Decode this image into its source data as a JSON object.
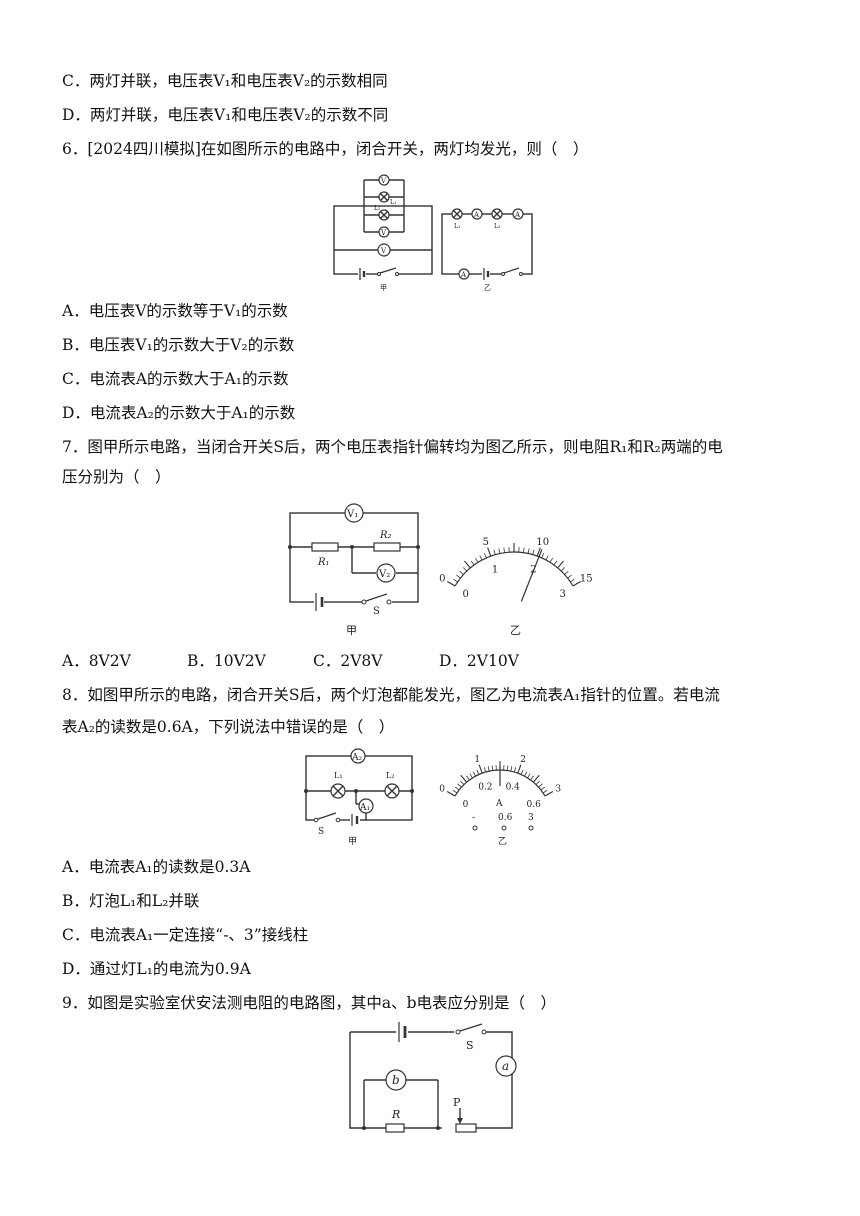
{
  "q5": {
    "optC": "C．两灯并联，电压表V₁和电压表V₂的示数相同",
    "optD": "D．两灯并联，电压表V₁和电压表V₂的示数不同"
  },
  "q6": {
    "stem": "6．[2024四川模拟]在如图所示的电路中，闭合开关，两灯均发光，则（　）",
    "fig": {
      "jia": "甲",
      "yi": "乙",
      "V": "V",
      "A": "A",
      "L1": "L₁",
      "L2": "L₂"
    },
    "optA": "A．电压表V的示数等于V₁的示数",
    "optB": "B．电压表V₁的示数大于V₂的示数",
    "optC": "C．电流表A的示数大于A₁的示数",
    "optD": "D．电流表A₂的示数大于A₁的示数"
  },
  "q7": {
    "stem1": "7．图甲所示电路，当闭合开关S后，两个电压表指针偏转均为图乙所示，则电阻R₁和R₂两端的电",
    "stem2": "压分别为（　）",
    "fig": {
      "V1": "V₁",
      "V2": "V₂",
      "R1": "R₁",
      "R2": "R₂",
      "S": "S",
      "jia": "甲",
      "yi": "乙",
      "outer": [
        "0",
        "5",
        "10",
        "15"
      ],
      "inner": [
        "0",
        "1",
        "2",
        "3"
      ]
    },
    "optA": "A．8V2V",
    "optB": "B．10V2V",
    "optC": "C．2V8V",
    "optD": "D．2V10V"
  },
  "q8": {
    "stem1": "8．如图甲所示的电路，闭合开关S后，两个灯泡都能发光，图乙为电流表A₁指针的位置。若电流",
    "stem2": "表A₂的读数是0.6A，下列说法中错误的是（　）",
    "fig": {
      "A2": "A₂",
      "A1": "A₁",
      "L1": "L₁",
      "L2": "L₂",
      "S": "S",
      "jia": "甲",
      "yi": "乙",
      "outer": [
        "0",
        "1",
        "2",
        "3"
      ],
      "inner": [
        "0",
        "0.2",
        "0.4",
        "0.6"
      ],
      "unit": "A",
      "terminals": [
        "-",
        "0.6",
        "3"
      ]
    },
    "optA": "A．电流表A₁的读数是0.3A",
    "optB": "B．灯泡L₁和L₂并联",
    "optC": "C．电流表A₁一定连接“-、3”接线柱",
    "optD": "D．通过灯L₁的电流为0.9A"
  },
  "q9": {
    "stem": "9．如图是实验室伏安法测电阻的电路图，其中a、b电表应分别是（　）",
    "fig": {
      "a": "a",
      "b": "b",
      "R": "R",
      "S": "S",
      "P": "P"
    }
  }
}
